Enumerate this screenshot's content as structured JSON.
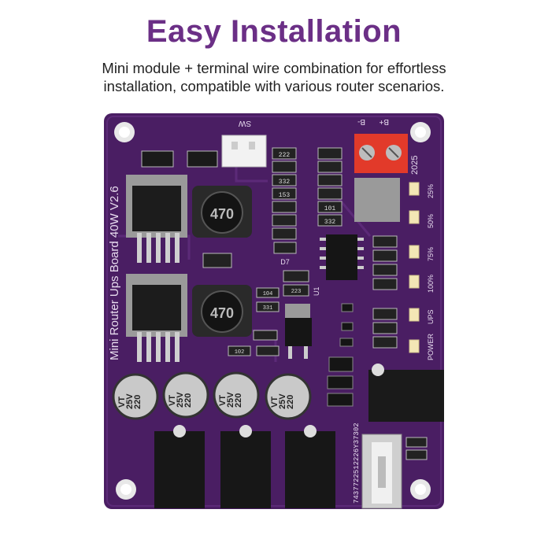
{
  "header": {
    "title": "Easy Installation",
    "subtitle_line1": "Mini module + terminal wire combination for effortless",
    "subtitle_line2": "installation, compatible with various router scenarios."
  },
  "board": {
    "silkscreen_name": "Mini Router Ups Board 40W V2.6",
    "switch_label": "SW",
    "terminal_labels": [
      "B-",
      "B+"
    ],
    "year_label": "2025",
    "led_labels": [
      "25%",
      "50%",
      "75%",
      "100%",
      "UPS",
      "POWER"
    ],
    "inductor_code": "470",
    "capacitor_value": "220",
    "capacitor_voltage": "25V",
    "capacitor_brand": "VT",
    "serial_number": "7437722512226Y37302",
    "diode_label": "D7",
    "ic_label": "U1",
    "resistor_codes": [
      "222",
      "332",
      "153",
      "101",
      "104",
      "331",
      "102",
      "223"
    ]
  },
  "colors": {
    "title": "#6b2f86",
    "pcb": "#4a1e63",
    "pcb_trace": "#5c2a78"
  }
}
